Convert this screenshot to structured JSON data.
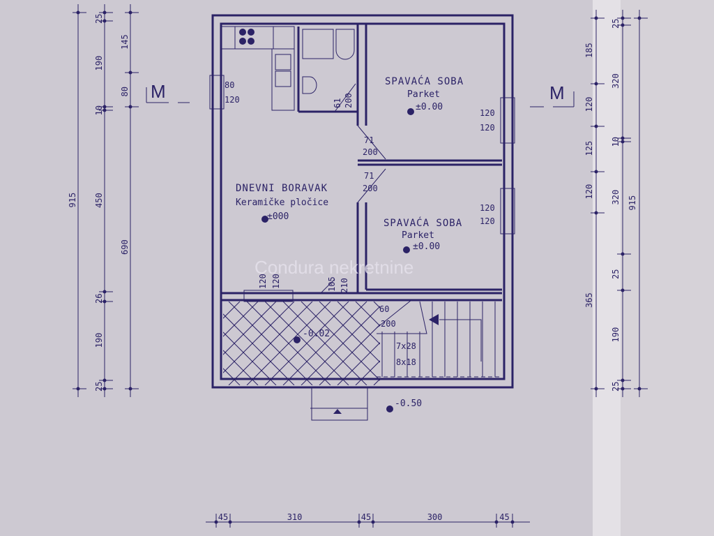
{
  "rooms": {
    "bedroom_top": {
      "name": "SPAVAĆA SOBA",
      "floor": "Parket",
      "level": "±0.00"
    },
    "bedroom_bottom": {
      "name": "SPAVAĆA SOBA",
      "floor": "Parket",
      "level": "±0.00"
    },
    "living": {
      "name": "DNEVNI BORAVAK",
      "floor": "Keramičke pločice",
      "level": "±000"
    },
    "terrace": {
      "level": "-0.02"
    },
    "entrance": {
      "level": "-0.50"
    }
  },
  "openings": {
    "kitchen_window": [
      "80",
      "120"
    ],
    "bath_door": [
      "61",
      "200"
    ],
    "bed1_door": [
      "71",
      "200"
    ],
    "bed2_door": [
      "71",
      "200"
    ],
    "bed1_window": [
      "120",
      "120"
    ],
    "bed2_window": [
      "120",
      "120"
    ],
    "living_window": [
      "120",
      "120"
    ],
    "living_door": [
      "105",
      "210"
    ],
    "stair_door": [
      "60",
      "200"
    ]
  },
  "stairs": [
    "7x28",
    "8x18"
  ],
  "section_marker": "M",
  "dimensions": {
    "left_outer": [
      "915"
    ],
    "left_middle": [
      "25",
      "190",
      "10",
      "450",
      "26",
      "190",
      "25"
    ],
    "left_inner": [
      "145",
      "80",
      "690"
    ],
    "right_inner": [
      "185",
      "120",
      "125",
      "120",
      "365"
    ],
    "right_middle": [
      "25",
      "320",
      "10",
      "320",
      "25",
      "190",
      "25"
    ],
    "right_outer": [
      "915"
    ],
    "bottom": [
      "45",
      "310",
      "45",
      "300",
      "45"
    ]
  },
  "watermark": "Condura nekretnine",
  "colors": {
    "paper": "#cdc9d2",
    "ink": "#2b2266"
  }
}
